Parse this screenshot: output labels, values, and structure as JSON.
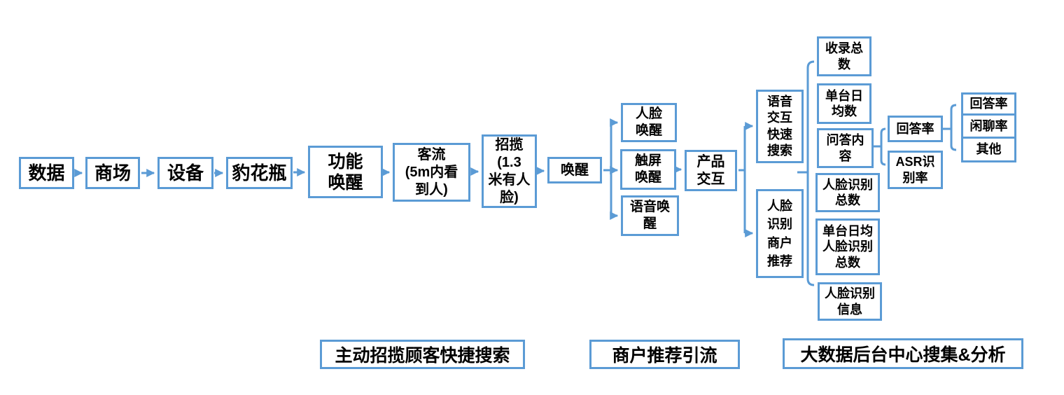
{
  "diagram": {
    "accent_color": "#5B9BD5",
    "text_color": "#000000",
    "background_color": "#FFFFFF",
    "chain": [
      {
        "label": "数据"
      },
      {
        "label": "商场"
      },
      {
        "label": "设备"
      },
      {
        "label": "豹花瓶"
      },
      {
        "label": "功能\n唤醒"
      },
      {
        "label": "客流\n(5m内看\n到人)"
      },
      {
        "label": "招揽\n(1.3\n米有人\n脸)"
      },
      {
        "label": "唤醒"
      }
    ],
    "wake_modes": [
      {
        "label": "人脸\n唤醒"
      },
      {
        "label": "触屏\n唤醒"
      },
      {
        "label": "语音唤\n醒"
      }
    ],
    "interaction": {
      "label": "产品\n交互"
    },
    "channels": [
      {
        "label": "语音\n交互\n快速\n搜索"
      },
      {
        "label": "人脸\n识别\n商户\n推荐"
      }
    ],
    "metrics": [
      {
        "label": "收录总\n数"
      },
      {
        "label": "单台日\n均数"
      },
      {
        "label": "问答内\n容"
      },
      {
        "label": "人脸识别\n总数"
      },
      {
        "label": "单台日均\n人脸识别\n总数"
      },
      {
        "label": "人脸识别\n信息"
      }
    ],
    "qa_metrics": [
      {
        "label": "回答率"
      },
      {
        "label": "ASR识\n别率"
      }
    ],
    "answer_breakdown": [
      {
        "label": "回答率"
      },
      {
        "label": "闲聊率"
      },
      {
        "label": "其他"
      }
    ],
    "stages": [
      {
        "label": "主动招揽顾客快捷搜索"
      },
      {
        "label": "商户推荐引流"
      },
      {
        "label": "大数据后台中心搜集&分析"
      }
    ]
  }
}
